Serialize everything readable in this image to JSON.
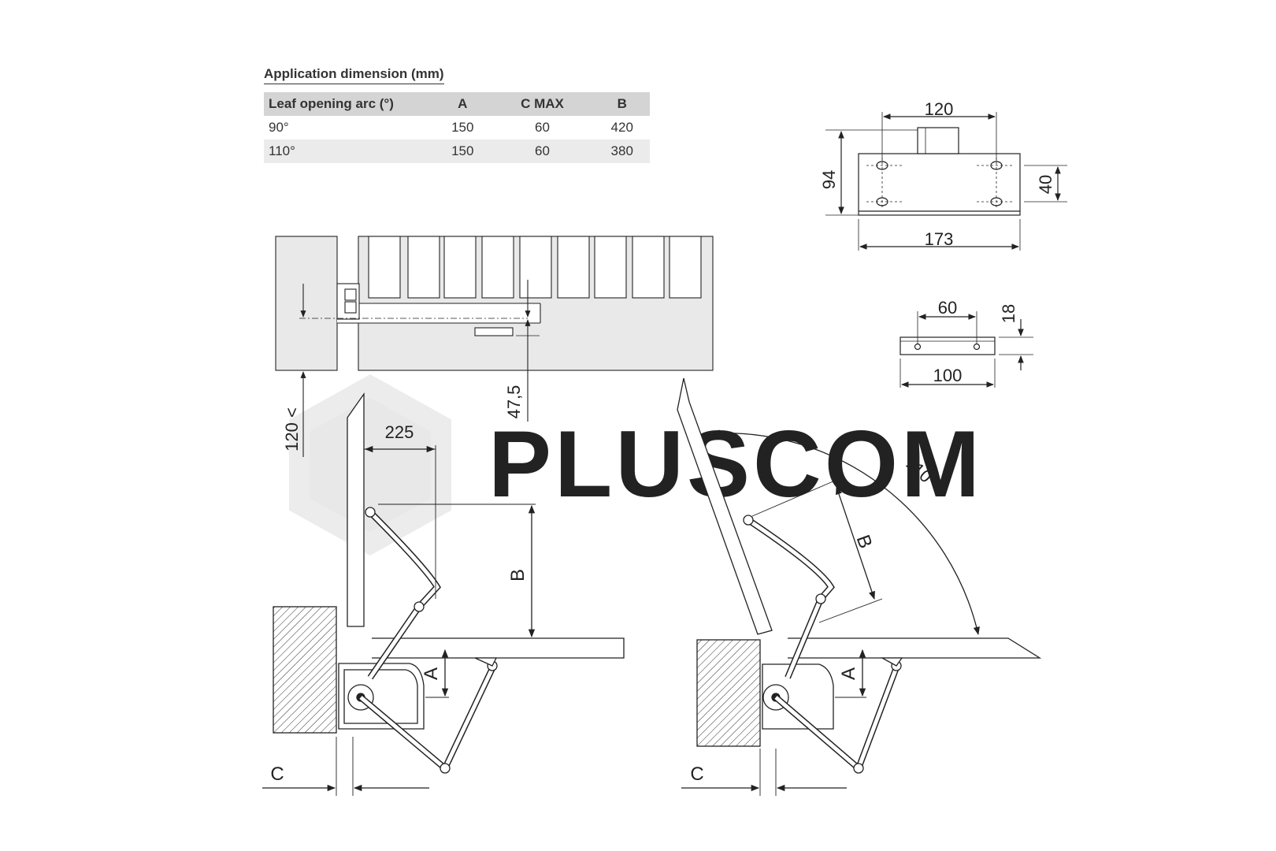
{
  "table": {
    "title": "Application dimension (mm)",
    "headers": [
      "Leaf opening arc (°)",
      "A",
      "C MAX",
      "B"
    ],
    "rows": [
      [
        "90°",
        "150",
        "60",
        "420"
      ],
      [
        "110°",
        "150",
        "60",
        "380"
      ]
    ]
  },
  "plate_large": {
    "hole_spacing": "120",
    "length": "173",
    "height": "94",
    "inner_height": "40"
  },
  "plate_small": {
    "hole_spacing": "60",
    "length": "100",
    "height": "18"
  },
  "top_view": {
    "offset": "47,5",
    "min_gap": "120 <"
  },
  "install_90": {
    "arm_offset": "225",
    "label_a": "A",
    "label_b": "B",
    "label_c": "C"
  },
  "install_110": {
    "angle": "110°",
    "label_a": "A",
    "label_b": "B",
    "label_c": "C"
  },
  "watermark": "PLUSCOM",
  "colors": {
    "line": "#222222",
    "panel": "#e9e9e9",
    "header": "#d4d4d4",
    "watermark": "#e8e8e8"
  }
}
